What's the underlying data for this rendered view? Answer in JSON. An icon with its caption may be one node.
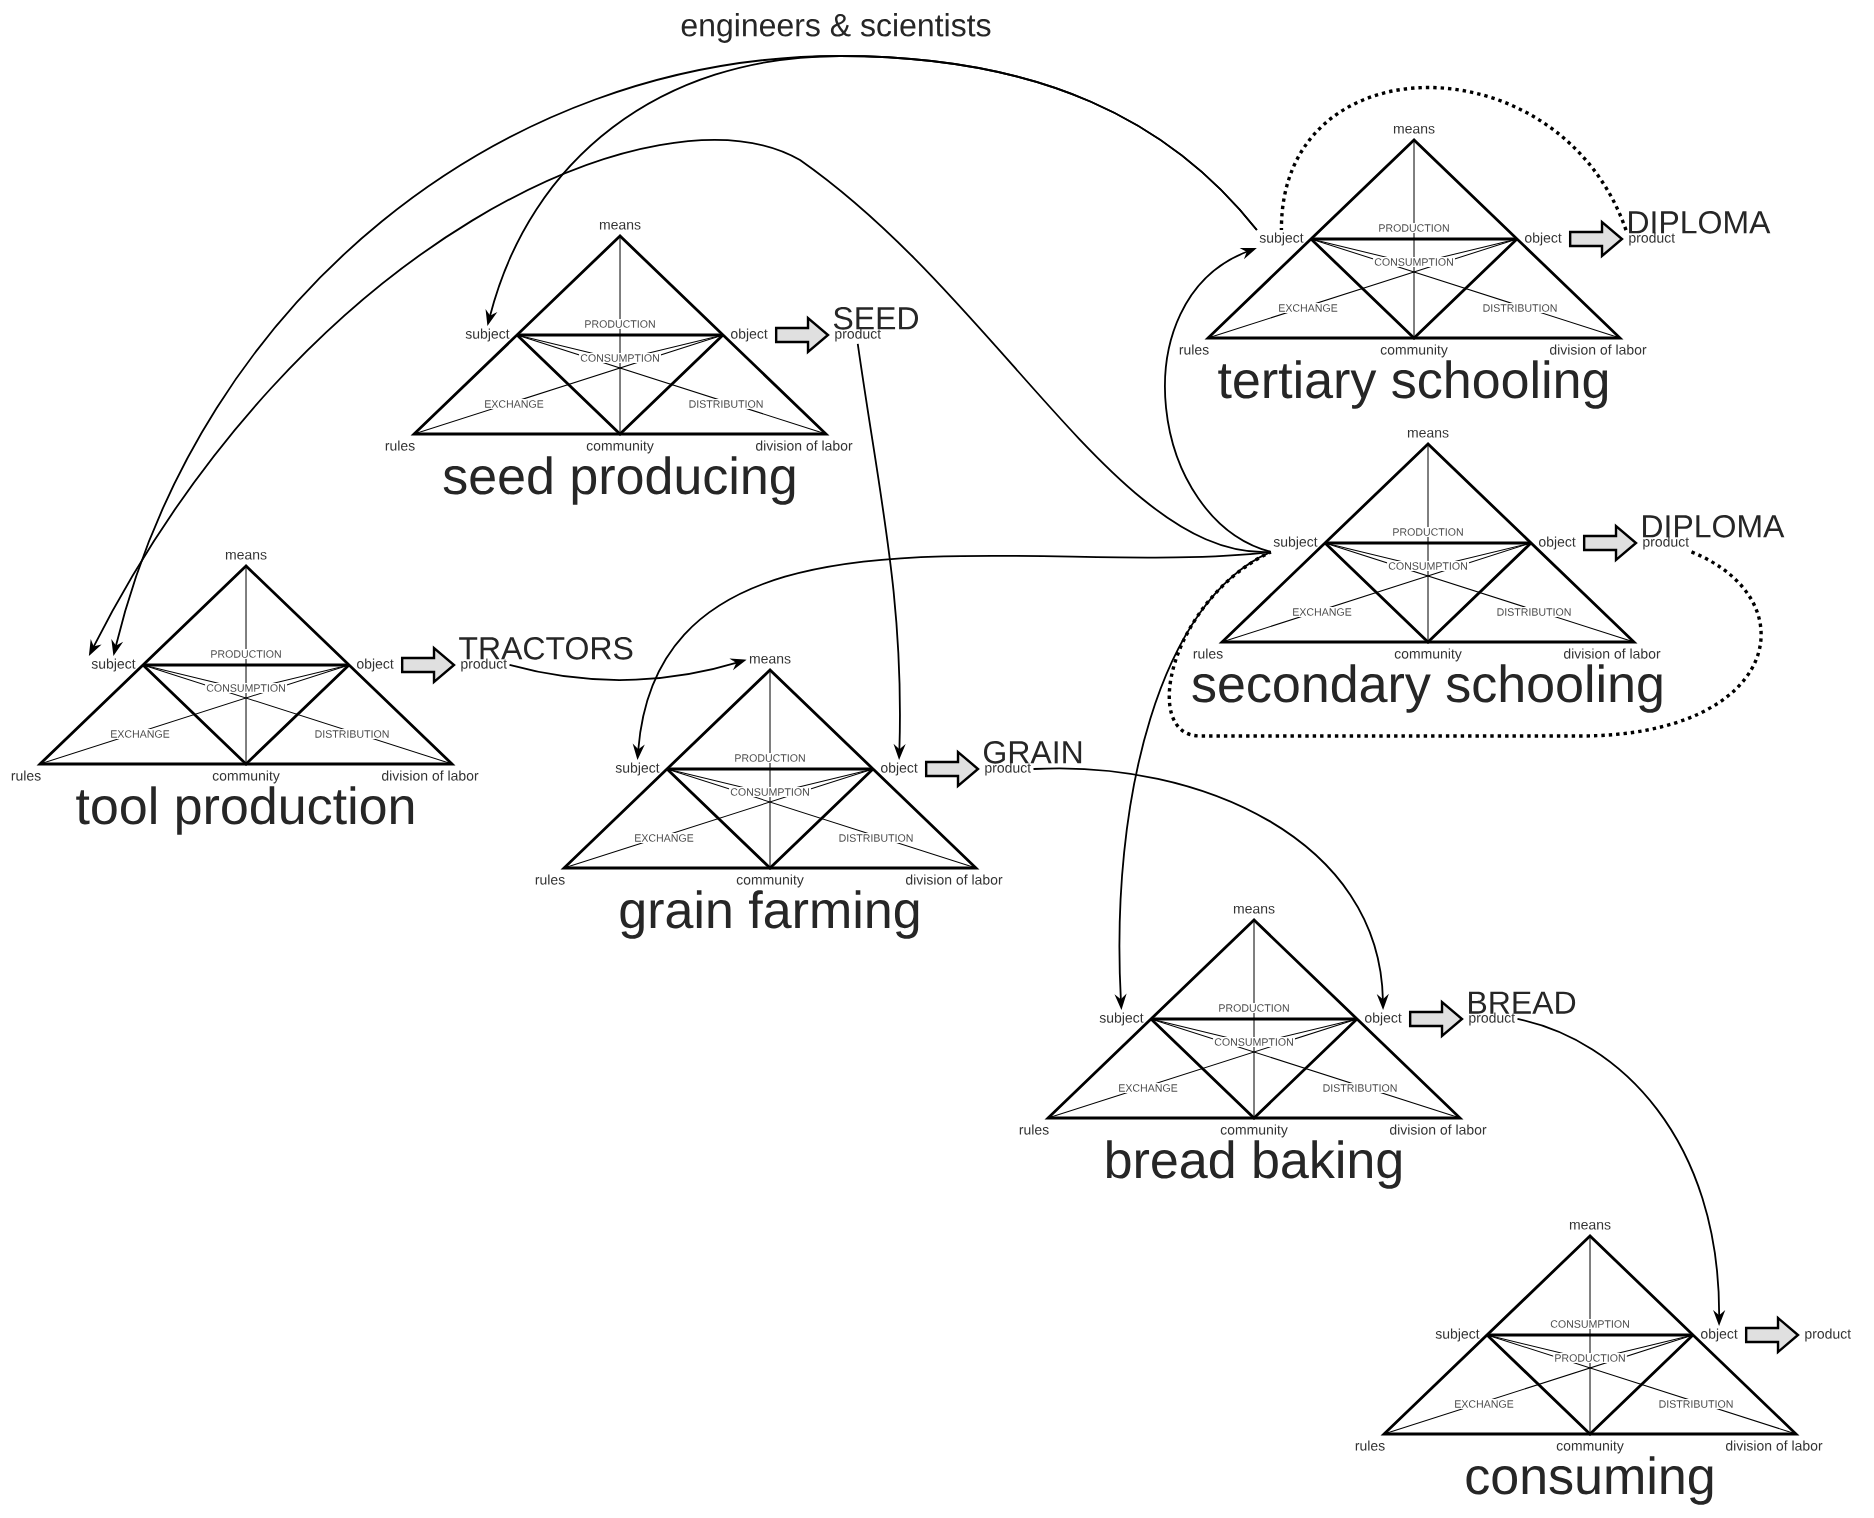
{
  "diagram": {
    "nodes": [
      {
        "text": [
          "PRODUCTION",
          "CONSUMPTION",
          "EXCHANGE",
          "DISTRIBUTION",
          "seed producing"
        ],
        "beside": [
          "rules",
          "community",
          "division of labor"
        ]
      },
      {
        "text": [
          "means"
        ]
      },
      {
        "text": [
          "subject"
        ]
      },
      {
        "text": [
          "object"
        ]
      },
      {
        "text": [
          "SEED",
          "product"
        ]
      },
      {
        "text": [
          "PRODUCTION",
          "CONSUMPTION",
          "EXCHANGE",
          "DISTRIBUTION",
          "tertiary schooling"
        ],
        "beside": [
          "rules",
          "community",
          "division of labor"
        ]
      },
      {
        "text": [
          "means"
        ]
      },
      {
        "text": [
          "subject"
        ]
      },
      {
        "text": [
          "object"
        ]
      },
      {
        "text": [
          "DIPLOMA",
          "product"
        ]
      },
      {
        "text": [
          "PRODUCTION",
          "CONSUMPTION",
          "EXCHANGE",
          "DISTRIBUTION",
          "secondary schooling"
        ],
        "beside": [
          "rules",
          "community",
          "division of labor"
        ]
      },
      {
        "text": [
          "means"
        ]
      },
      {
        "text": [
          "subject"
        ]
      },
      {
        "text": [
          "object"
        ]
      },
      {
        "text": [
          "DIPLOMA",
          "product"
        ]
      },
      {
        "text": [
          "PRODUCTION",
          "CONSUMPTION",
          "EXCHANGE",
          "DISTRIBUTION",
          "tool production"
        ],
        "beside": [
          "rules",
          "community",
          "division of labor"
        ]
      },
      {
        "text": [
          "means"
        ]
      },
      {
        "text": [
          "subject"
        ]
      },
      {
        "text": [
          "object"
        ]
      },
      {
        "text": [
          "TRACTORS",
          "product"
        ]
      },
      {
        "text": [
          "PRODUCTION",
          "CONSUMPTION",
          "EXCHANGE",
          "DISTRIBUTION",
          "grain farming"
        ],
        "beside": [
          "rules",
          "community",
          "division of labor"
        ]
      },
      {
        "text": [
          "means"
        ]
      },
      {
        "text": [
          "subject"
        ]
      },
      {
        "text": [
          "object"
        ]
      },
      {
        "text": [
          "GRAIN",
          "product"
        ]
      },
      {
        "text": [
          "PRODUCTION",
          "CONSUMPTION",
          "EXCHANGE",
          "DISTRIBUTION",
          "bread baking"
        ],
        "beside": [
          "rules",
          "community",
          "division of labor"
        ]
      },
      {
        "text": [
          "means"
        ]
      },
      {
        "text": [
          "subject"
        ]
      },
      {
        "text": [
          "object"
        ]
      },
      {
        "text": [
          "BREAD",
          "product"
        ]
      },
      {
        "text": [
          "CONSUMPTION",
          "PRODUCTION",
          "EXCHANGE",
          "DISTRIBUTION",
          "consuming"
        ],
        "beside": [
          "rules",
          "community",
          "division of labor"
        ]
      },
      {
        "text": [
          "means"
        ]
      },
      {
        "text": [
          "subject"
        ]
      },
      {
        "text": [
          "object"
        ]
      },
      {
        "text": [
          "product"
        ]
      }
    ],
    "edges": [
      {
        "from": 3,
        "to": 4,
        "arrow": "to",
        "style": "thick"
      },
      {
        "from": 8,
        "to": 9,
        "arrow": "to",
        "style": "thick"
      },
      {
        "from": 13,
        "to": 14,
        "arrow": "to",
        "style": "thick"
      },
      {
        "from": 18,
        "to": 19,
        "arrow": "to",
        "style": "thick"
      },
      {
        "from": 23,
        "to": 24,
        "arrow": "to",
        "style": "thick"
      },
      {
        "from": 28,
        "to": 29,
        "arrow": "to",
        "style": "thick"
      },
      {
        "from": 33,
        "to": 34,
        "arrow": "to",
        "style": "thick"
      },
      {
        "from": 4,
        "to": 23,
        "arrow": "to"
      },
      {
        "from": 19,
        "to": 21,
        "arrow": "to"
      },
      {
        "from": 24,
        "to": 28,
        "arrow": "to"
      },
      {
        "from": 29,
        "to": 33,
        "arrow": "to"
      },
      {
        "from": 7,
        "to": 2,
        "arrow": "to",
        "label": "engineers & scientists"
      },
      {
        "from": 7,
        "to": 17,
        "arrow": "to"
      },
      {
        "from": 12,
        "to": 7,
        "arrow": "to"
      },
      {
        "from": 12,
        "to": 17,
        "arrow": "to"
      },
      {
        "from": 12,
        "to": 22,
        "arrow": "to"
      },
      {
        "from": 12,
        "to": 27,
        "arrow": "to"
      },
      {
        "from": 9,
        "to": 7,
        "arrow": "none",
        "style": "dashed"
      },
      {
        "from": 14,
        "to": 12,
        "arrow": "none",
        "style": "dashed"
      }
    ]
  }
}
